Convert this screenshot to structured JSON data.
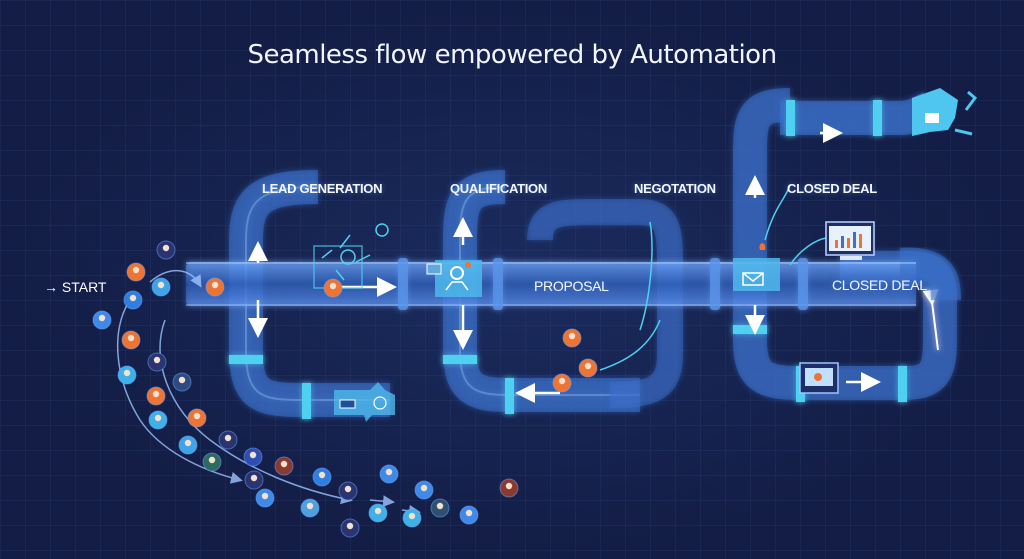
{
  "title": "Seamless flow empowered by Automation",
  "start": {
    "arrow": "→",
    "label": "START"
  },
  "stages": {
    "lead_generation": "LEAD GENERATION",
    "qualification": "QUALIFICATION",
    "negotiation": "NEGOTATION",
    "closed_deal_top": "CLOSED DEAL",
    "proposal": "PROPOSAL",
    "closed_deal_pipe": "CLOSED DEAL"
  },
  "colors": {
    "background": "#131d45",
    "pipe": "#3a6fc9",
    "pipe_glow": "#7fb7ff",
    "coupling": "#4fd0f0",
    "accent_orange": "#ee7433",
    "panel": "#4fb9ec"
  },
  "icons": [
    "person-icon",
    "mail-icon",
    "chart-icon",
    "gear-icon",
    "monitor-icon",
    "lightbulb-icon",
    "document-icon"
  ]
}
